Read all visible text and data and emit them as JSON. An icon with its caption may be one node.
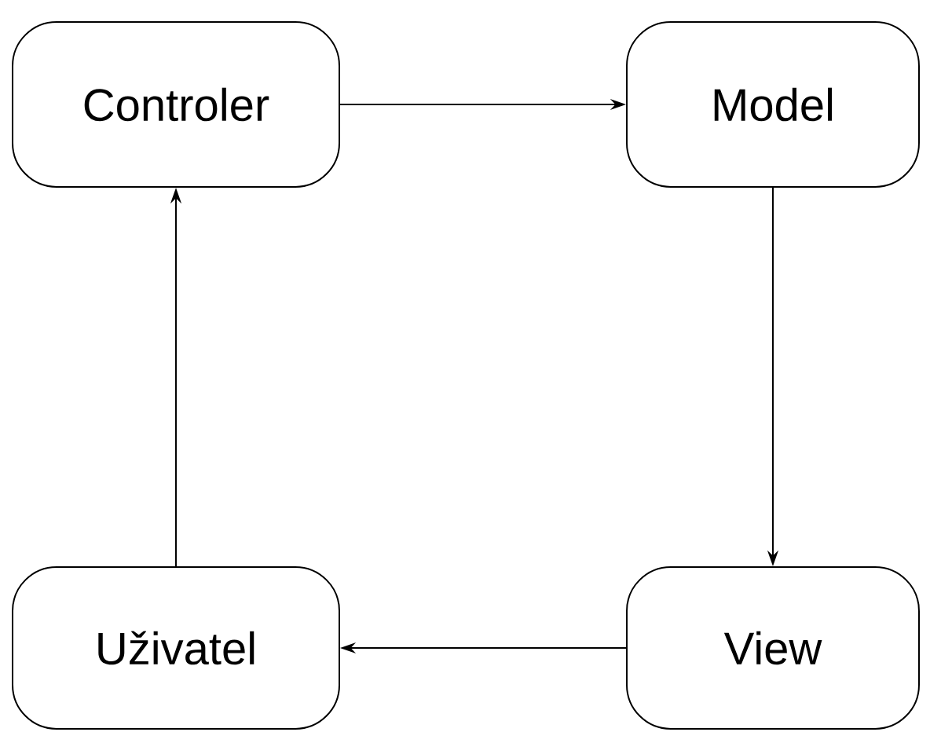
{
  "diagram": {
    "nodes": [
      {
        "text": [
          "Controler"
        ]
      },
      {
        "text": [
          "Model"
        ]
      },
      {
        "text": [
          "Uživatel"
        ]
      },
      {
        "text": [
          "View"
        ]
      }
    ],
    "edges": [
      {
        "from": 0,
        "to": 1,
        "arrow": "to"
      },
      {
        "from": 1,
        "to": 3,
        "arrow": "to"
      },
      {
        "from": 3,
        "to": 2,
        "arrow": "to"
      },
      {
        "from": 2,
        "to": 0,
        "arrow": "to"
      }
    ]
  }
}
